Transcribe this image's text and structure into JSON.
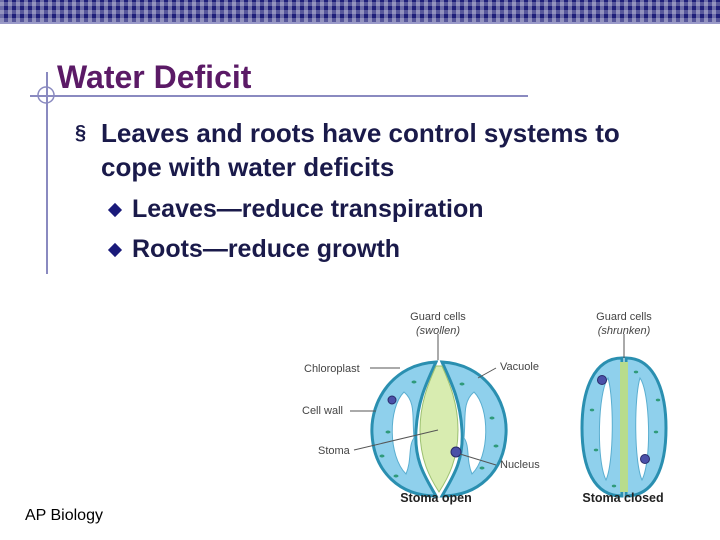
{
  "slide": {
    "title": "Water Deficit",
    "bullet_marker": "§",
    "bullet_main": "Leaves and roots have control systems to cope with water deficits",
    "sub_bullets": [
      "Leaves—reduce transpiration",
      "Roots—reduce growth"
    ],
    "footer": "AP Biology"
  },
  "diagram": {
    "open_header_1": "Guard cells",
    "open_header_2": "(swollen)",
    "closed_header_1": "Guard cells",
    "closed_header_2": "(shrunken)",
    "label_chloroplast": "Chloroplast",
    "label_vacuole": "Vacuole",
    "label_cell_wall": "Cell wall",
    "label_stoma": "Stoma",
    "label_nucleus": "Nucleus",
    "caption_open": "Stoma open",
    "caption_closed": "Stoma closed"
  },
  "colors": {
    "title": "#5b1a66",
    "body_text": "#1a1a4a",
    "top_bar": "#1f1f7a",
    "guard_cell": "#8fd0ec",
    "cell_wall": "#2a8fb0",
    "vacuole": "#ffffff",
    "stoma_pore": "#d8ecb0"
  }
}
